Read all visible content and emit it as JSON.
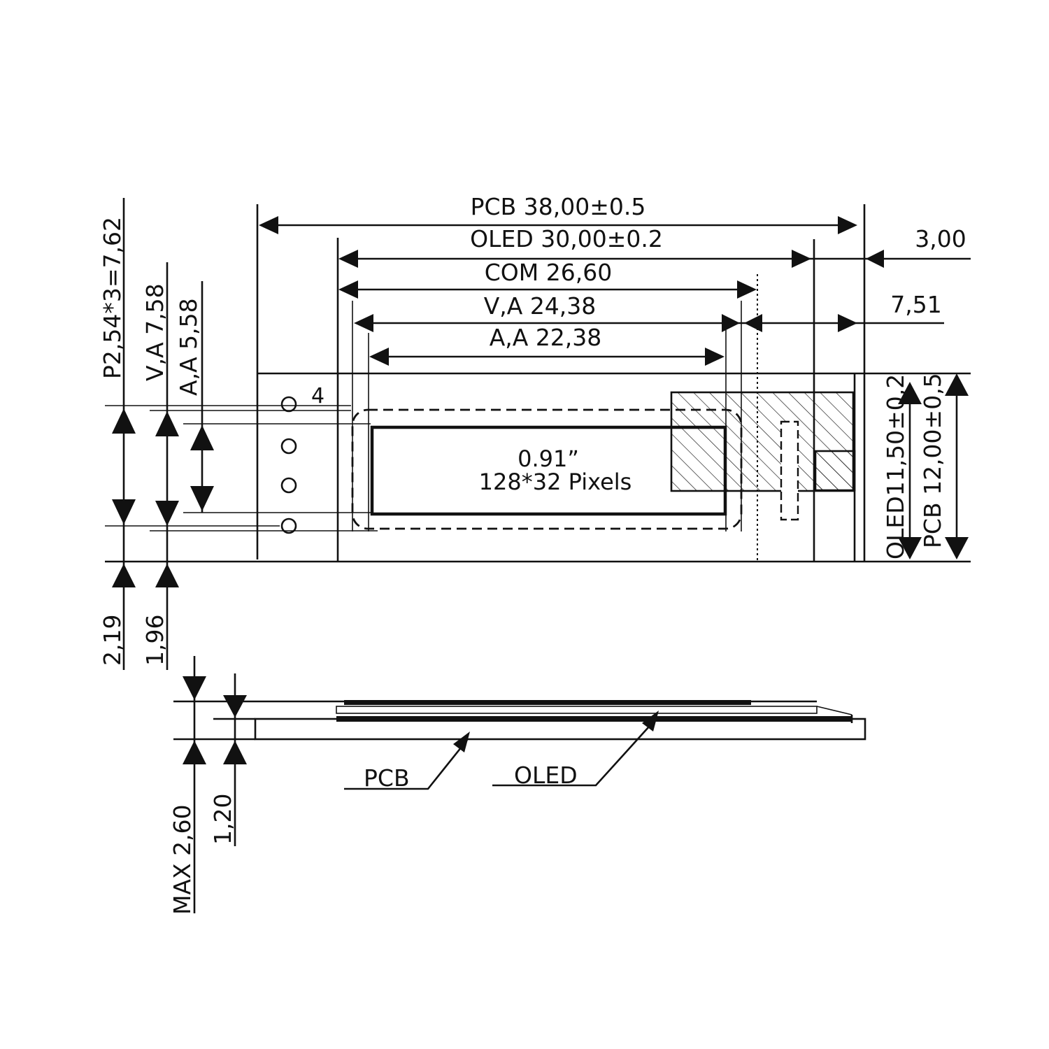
{
  "dimensions": {
    "pcb_width": "PCB 38,00±0.5",
    "oled_width": "OLED 30,00±0.2",
    "com_width": "COM 26,60",
    "va_width": "V,A 24,38",
    "aa_width": "A,A 22,38",
    "right_offset_top": "3,00",
    "right_offset_mid": "7,51",
    "pin_pitch": "P2,54*3=7,62",
    "va_height": "V,A 7,58",
    "aa_height": "A,A 5,58",
    "bottom_offset_a": "2,19",
    "bottom_offset_b": "1,96",
    "oled_height": "OLED11,50±0,2",
    "pcb_height": "PCB 12,00±0,5",
    "max_thickness": "MAX 2,60",
    "pcb_thickness": "1,20"
  },
  "display": {
    "size": "0.91”",
    "resolution": "128*32 Pixels"
  },
  "pin_label": "4",
  "side_view": {
    "pcb_label": "PCB",
    "oled_label": "OLED"
  }
}
